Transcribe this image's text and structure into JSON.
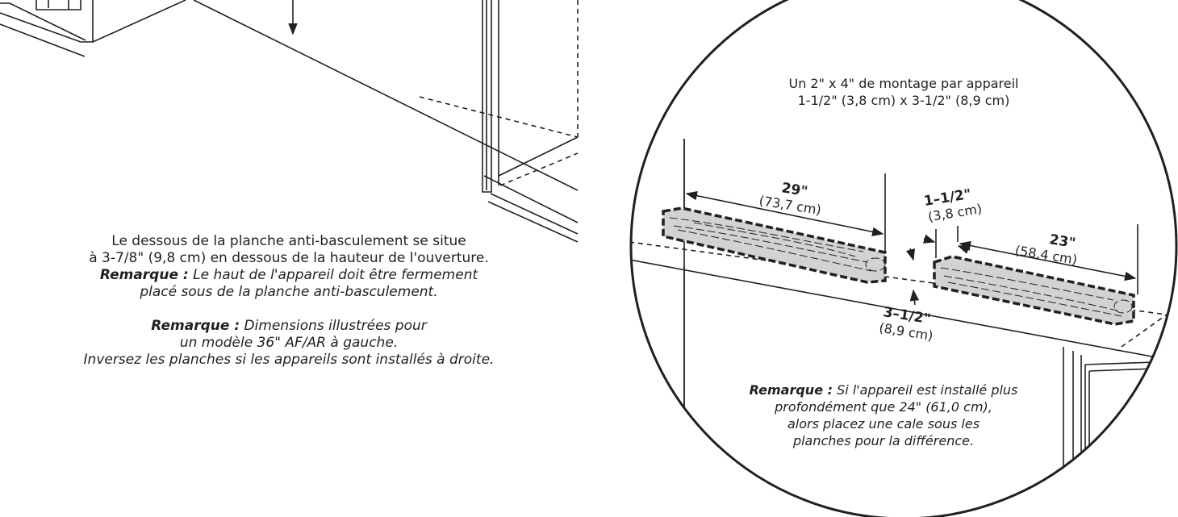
{
  "left_notes": {
    "line1": "Le dessous de la planche anti-basculement se situe",
    "line2": "à 3-7/8\" (9,8 cm) en dessous de la hauteur de l'ouverture.",
    "remark_label": "Remarque :",
    "remark1_rest": " Le haut de l'appareil doit être fermement",
    "remark1_line2": "placé sous de la planche anti-basculement.",
    "remark2_label": "Remarque :",
    "remark2_rest": " Dimensions illustrées pour",
    "remark2_line2": "un modèle 36\" AF/AR à gauche.",
    "remark2_line3": "Inversez les planches si les appareils sont installés à droite."
  },
  "detail": {
    "header_line1": "Un 2\" x 4\" de montage par appareil",
    "header_line2": "1-1/2\" (3,8 cm) x 3-1/2\" (8,9 cm)",
    "dims": {
      "d29_in": "29\"",
      "d29_cm": "(73,7 cm)",
      "d112_in": "1–1/2\"",
      "d112_cm": "(3,8 cm)",
      "d23_in": "23\"",
      "d23_cm": "(58,4 cm)",
      "d312_in": "3–1/2\"",
      "d312_cm": "(8,9 cm)"
    },
    "remark_label": "Remarque :",
    "remark_rest": " Si l'appareil est installé plus",
    "remark_line2": "profondément que 24\" (61,0 cm),",
    "remark_line3": "alors placez une cale sous les",
    "remark_line4": "planches pour la différence."
  },
  "colors": {
    "ink": "#231f20",
    "board_fill": "#d1d2d4",
    "background": "#ffffff"
  }
}
